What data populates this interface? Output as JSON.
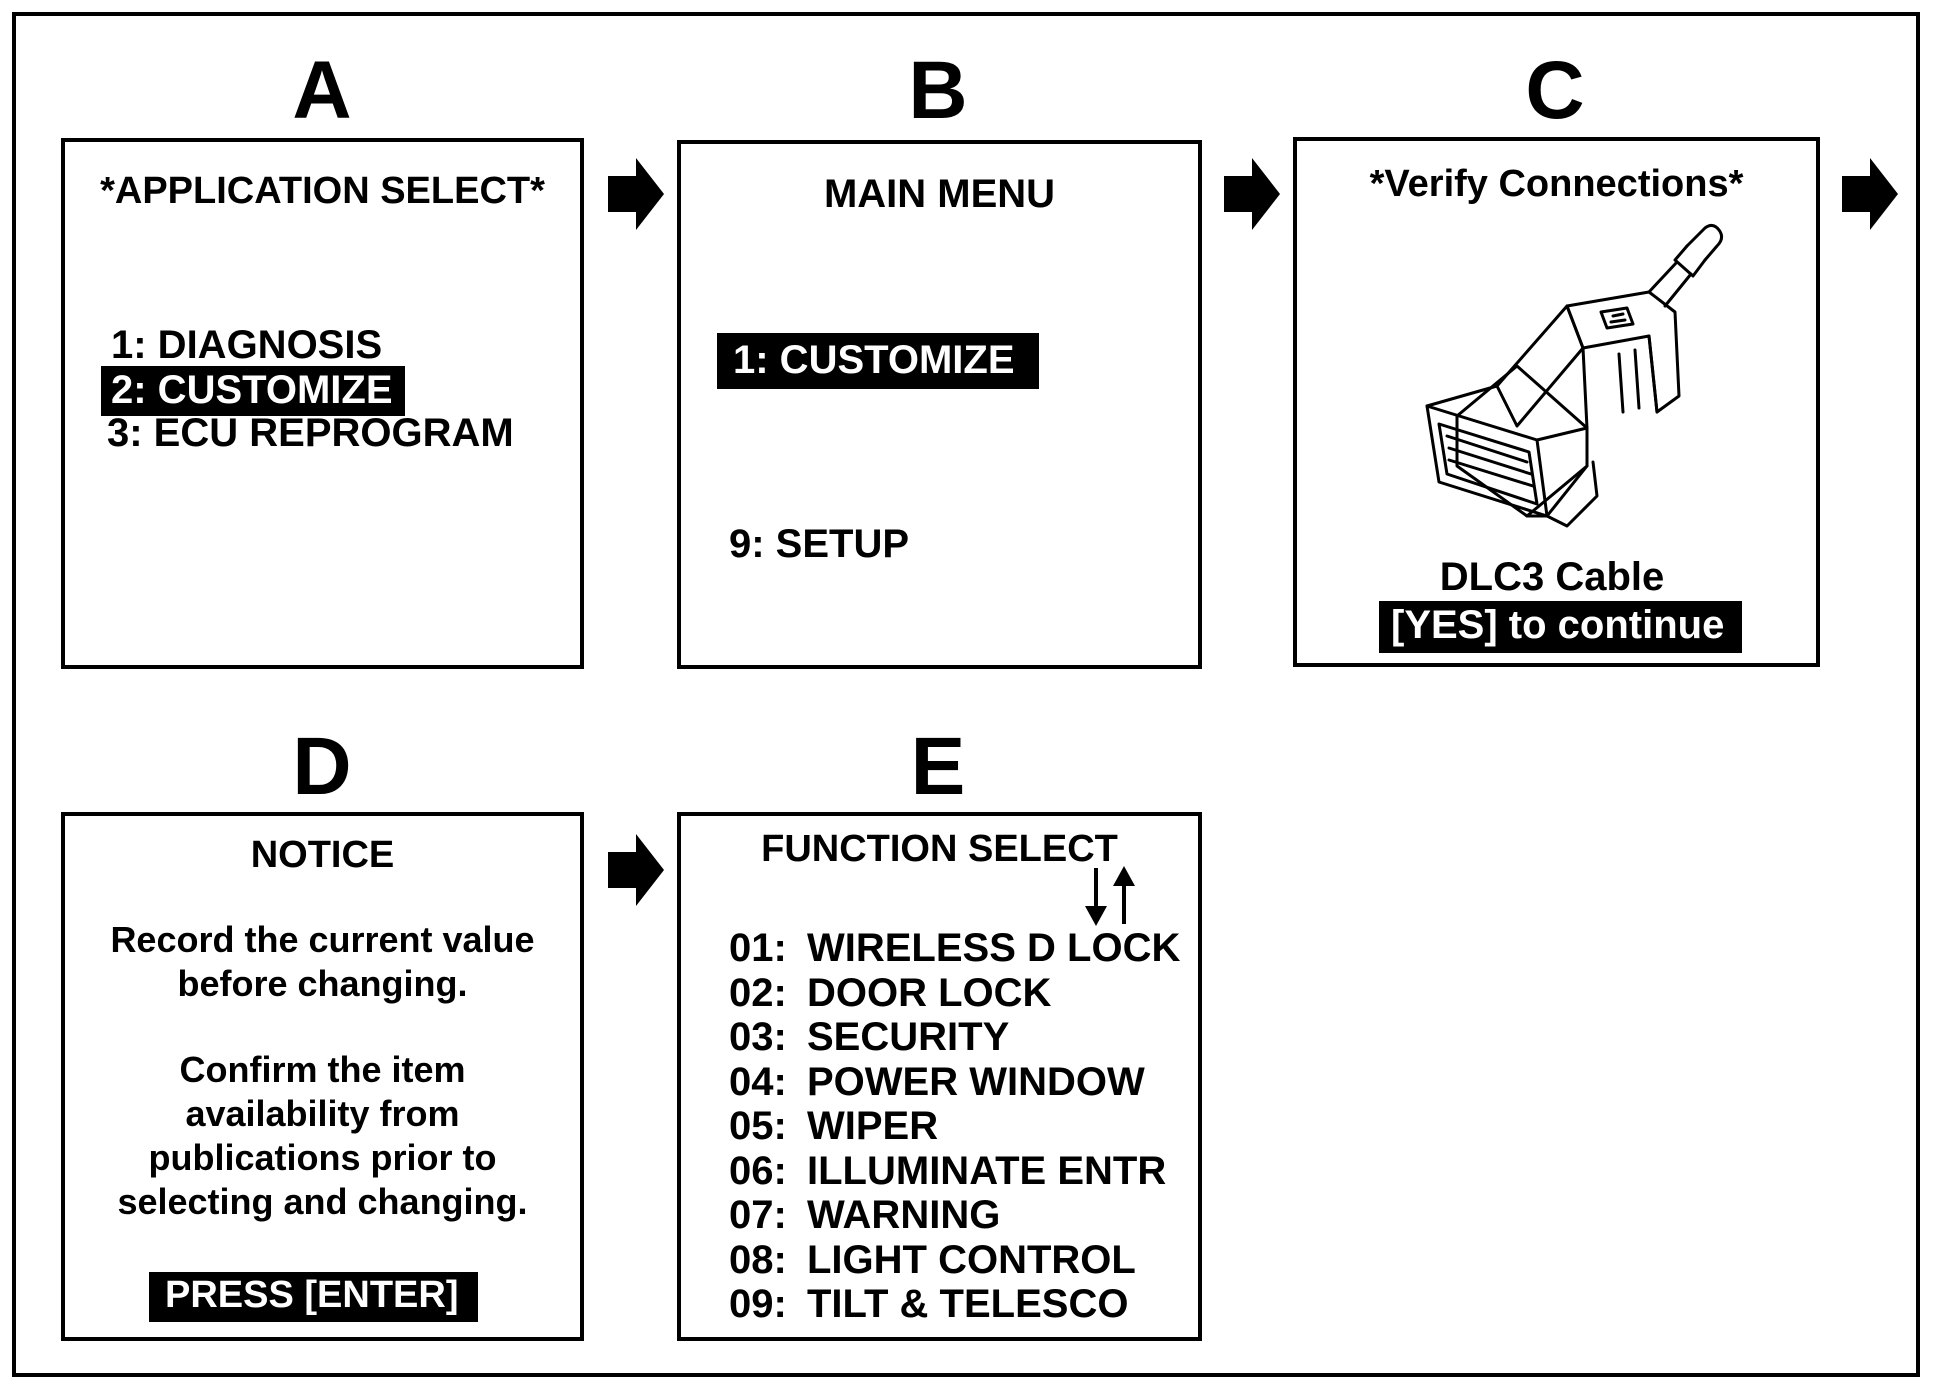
{
  "panels": {
    "a": {
      "letter": "A",
      "title": "*APPLICATION SELECT*",
      "items": [
        "1:  DIAGNOSIS",
        "2:  CUSTOMIZE",
        "3:  ECU REPROGRAM"
      ],
      "selected_index": 1
    },
    "b": {
      "letter": "B",
      "title": "MAIN MENU",
      "items": [
        "1: CUSTOMIZE",
        "9: SETUP"
      ],
      "selected_index": 0
    },
    "c": {
      "letter": "C",
      "title": "*Verify Connections*",
      "cable_label": "DLC3 Cable",
      "prompt": "[YES] to continue"
    },
    "d": {
      "letter": "D",
      "title": "NOTICE",
      "message1": [
        "Record the current value",
        "before changing."
      ],
      "message2": [
        "Confirm the item",
        "availability from",
        "publications prior to",
        "selecting and changing."
      ],
      "button": "PRESS [ENTER]"
    },
    "e": {
      "letter": "E",
      "title": "FUNCTION SELECT",
      "scroll_icons": [
        "arrow-down-icon",
        "arrow-up-icon"
      ],
      "items": [
        {
          "num": "01:",
          "label": "WIRELESS D LOCK"
        },
        {
          "num": "02:",
          "label": "DOOR LOCK"
        },
        {
          "num": "03:",
          "label": "SECURITY"
        },
        {
          "num": "04:",
          "label": "POWER WINDOW"
        },
        {
          "num": "05:",
          "label": "WIPER"
        },
        {
          "num": "06:",
          "label": "ILLUMINATE ENTR"
        },
        {
          "num": "07:",
          "label": "WARNING"
        },
        {
          "num": "08:",
          "label": "LIGHT CONTROL"
        },
        {
          "num": "09:",
          "label": "TILT & TELESCO"
        }
      ]
    }
  },
  "icons": [
    "right-arrow-icon",
    "dlc3-cable-icon"
  ]
}
